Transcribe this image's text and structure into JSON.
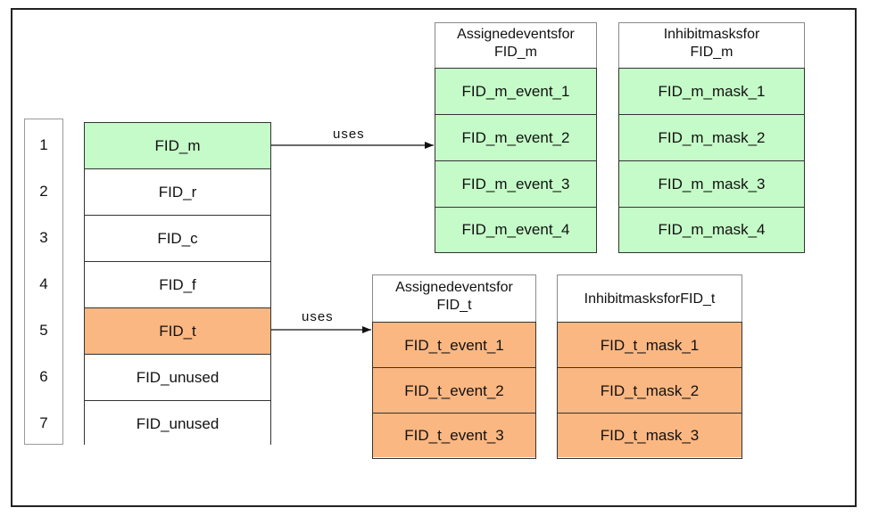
{
  "ids": [
    "1",
    "2",
    "3",
    "4",
    "5",
    "6",
    "7"
  ],
  "fid_rows": [
    {
      "label": "FID_m",
      "fill": "#c5fbc8"
    },
    {
      "label": "FID_r",
      "fill": "#ffffff"
    },
    {
      "label": "FID_c",
      "fill": "#ffffff"
    },
    {
      "label": "FID_f",
      "fill": "#ffffff"
    },
    {
      "label": "FID_t",
      "fill": "#fbb782"
    },
    {
      "label": "FID_unused",
      "fill": "#ffffff"
    },
    {
      "label": "FID_unused",
      "fill": "#ffffff"
    }
  ],
  "group_m": {
    "events_header": [
      "Assignedeventsfor",
      "FID_m"
    ],
    "masks_header": [
      "Inhibitmasksfor",
      "FID_m"
    ],
    "events": [
      "FID_m_event_1",
      "FID_m_event_2",
      "FID_m_event_3",
      "FID_m_event_4"
    ],
    "masks": [
      "FID_m_mask_1",
      "FID_m_mask_2",
      "FID_m_mask_3",
      "FID_m_mask_4"
    ],
    "arrow_label": "uses",
    "fill": "#c5fbc8"
  },
  "group_t": {
    "events_header": [
      "Assignedeventsfor",
      "FID_t"
    ],
    "masks_header": [
      "InhibitmasksforFID_t"
    ],
    "events": [
      "FID_t_event_1",
      "FID_t_event_2",
      "FID_t_event_3"
    ],
    "masks": [
      "FID_t_mask_1",
      "FID_t_mask_2",
      "FID_t_mask_3"
    ],
    "arrow_label": "uses",
    "fill": "#fbb782"
  }
}
